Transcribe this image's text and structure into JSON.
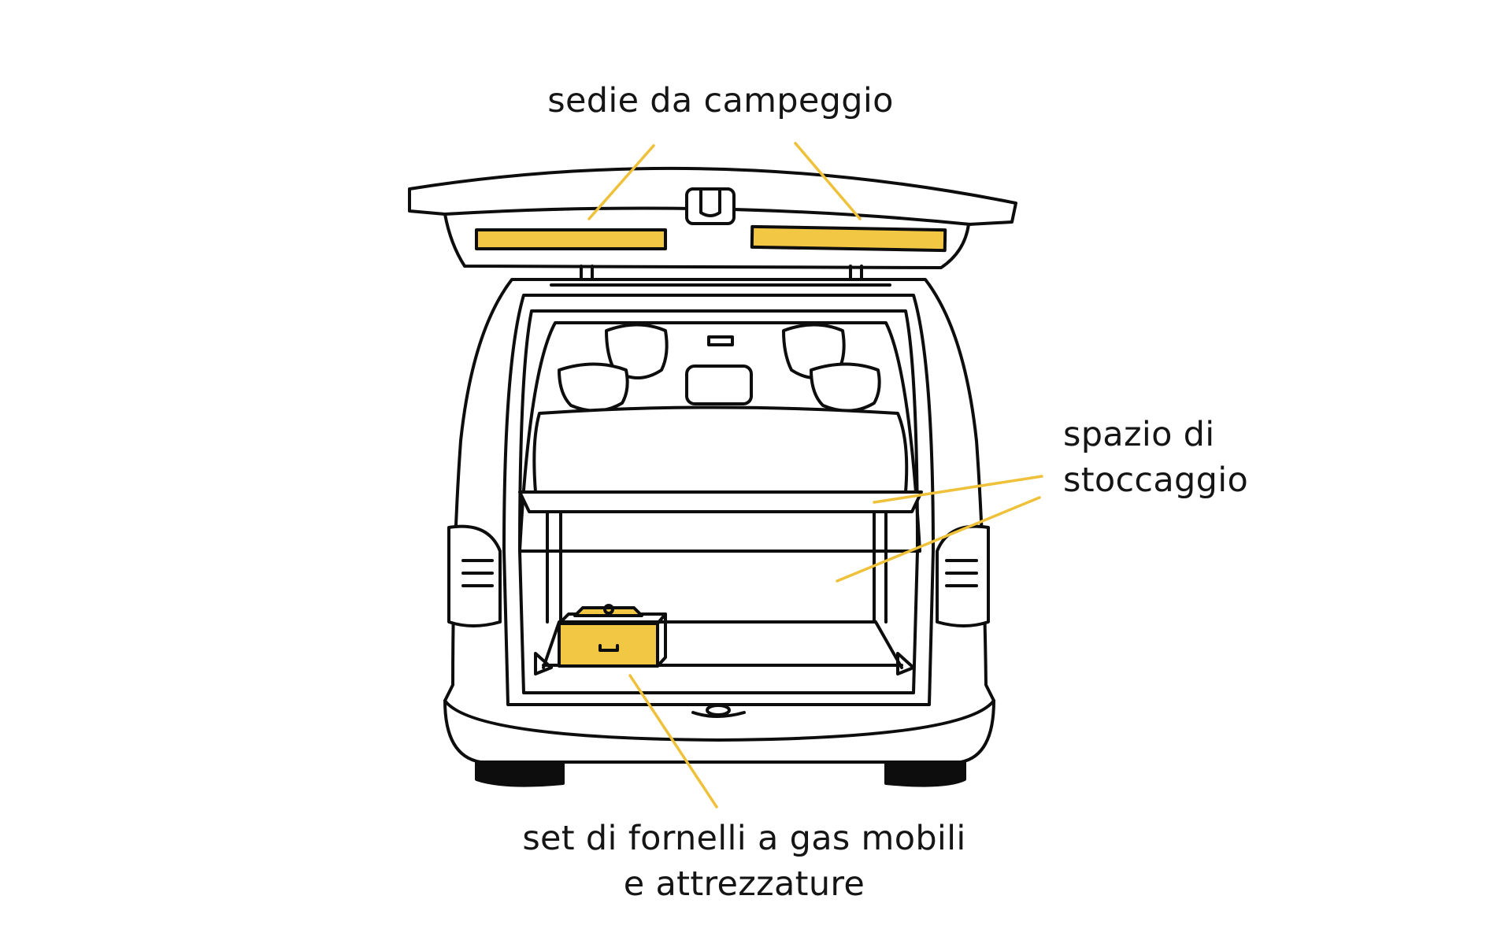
{
  "labels": {
    "camping_chairs": "sedie da campeggio",
    "storage_line1": "spazio di",
    "storage_line2": "stoccaggio",
    "gas_stove_line1": "set di fornelli a gas mobili",
    "gas_stove_line2": "e attrezzature"
  },
  "colors": {
    "accent": "#F2C744",
    "line": "#0d0d0d",
    "leader": "#EFC13A"
  }
}
